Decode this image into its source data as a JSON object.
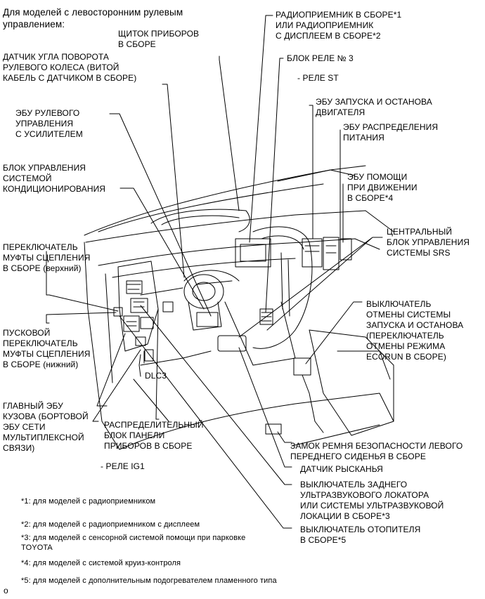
{
  "header": "Для моделей с левосторонним рулевым\nуправлением:",
  "labels": {
    "radio": "РАДИОПРИЕМНИК В СБОРЕ*1\nИЛИ РАДИОПРИЕМНИК\nС ДИСПЛЕЕМ В СБОРЕ*2",
    "meter": "ЩИТОК ПРИБОРОВ\nВ СБОРЕ",
    "relay_block_3": "БЛОК РЕЛЕ № 3",
    "relay_st": "- РЕЛЕ ST",
    "steering_sensor": "ДАТЧИК УГЛА ПОВОРОТА\nРУЛЕВОГО КОЛЕСА (ВИТОЙ\nКАБЕЛЬ С ДАТЧИКОМ В СБОРЕ)",
    "stop_start_ecu": "ЭБУ ЗАПУСКА И ОСТАНОВА\nДВИГАТЕЛЯ",
    "eps_ecu": "ЭБУ РУЛЕВОГО\nУПРАВЛЕНИЯ\nС УСИЛИТЕЛЕМ",
    "power_dist_ecu": "ЭБУ РАСПРЕДЕЛЕНИЯ\nПИТАНИЯ",
    "ac_control": "БЛОК УПРАВЛЕНИЯ\nСИСТЕМОЙ\nКОНДИЦИОНИРОВАНИЯ",
    "driving_support_ecu": "ЭБУ ПОМОЩИ\nПРИ ДВИЖЕНИИ\nВ СБОРЕ*4",
    "clutch_switch_upper": "ПЕРЕКЛЮЧАТЕЛЬ\nМУФТЫ СЦЕПЛЕНИЯ\nВ СБОРЕ (верхний)",
    "srs_unit": "ЦЕНТРАЛЬНЫЙ\nБЛОК УПРАВЛЕНИЯ\nСИСТЕМЫ SRS",
    "stop_start_cancel": "ВЫКЛЮЧАТЕЛЬ\nОТМЕНЫ СИСТЕМЫ\nЗАПУСКА И ОСТАНОВА\n(ПЕРЕКЛЮЧАТЕЛЬ\nОТМЕНЫ РЕЖИМА\nECORUN В СБОРЕ)",
    "clutch_switch_lower": "ПУСКОВОЙ\nПЕРЕКЛЮЧАТЕЛЬ\nМУФТЫ СЦЕПЛЕНИЯ\nВ СБОРЕ (нижний)",
    "dlc3": "DLC3",
    "main_body_ecu": "ГЛАВНЫЙ ЭБУ\nКУЗОВА (БОРТОВОЙ\nЭБУ СЕТИ\nМУЛЬТИПЛЕКСНОЙ\nСВЯЗИ)",
    "junction_block": "РАСПРЕДЕЛИТЕЛЬНЫЙ\nБЛОК ПАНЕЛИ\nПРИБОРОВ В СБОРЕ",
    "relay_ig1": "- РЕЛЕ IG1",
    "seat_belt_buckle": "ЗАМОК РЕМНЯ БЕЗОПАСНОСТИ ЛЕВОГО\nПЕРЕДНЕГО СИДЕНЬЯ В СБОРЕ",
    "yaw_sensor": "ДАТЧИК РЫСКАНЬЯ",
    "sonar_switch": "ВЫКЛЮЧАТЕЛЬ ЗАДНЕГО\nУЛЬТРАЗВУКОВОГО ЛОКАТОРА\nИЛИ СИСТЕМЫ УЛЬТРАЗВУКОВОЙ\nЛОКАЦИИ В СБОРЕ*3",
    "heater_switch": "ВЫКЛЮЧАТЕЛЬ ОТОПИТЕЛЯ\nВ СБОРЕ*5"
  },
  "footnotes": [
    "*1: для моделей с радиоприемником",
    "*2: для моделей с радиоприемником с дисплеем",
    "*3: для моделей с сенсорной системой помощи при парковке\nTOYOTA",
    "*4: для моделей с системой круиз-контроля",
    "*5: для моделей с дополнительным подогревателем пламенного типа"
  ],
  "figure_code": "o"
}
